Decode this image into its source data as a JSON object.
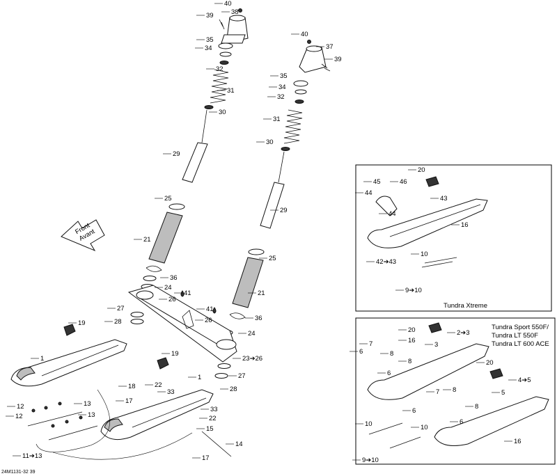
{
  "diagram": {
    "drawing_ref": "24M1131-32 39",
    "direction_arrow": {
      "line1": "Front",
      "line2": "Avant"
    },
    "boxes": {
      "xtreme": {
        "title": "Tundra Xtreme"
      },
      "sport": {
        "title_lines": [
          "Tundra Sport 550F/",
          "Tundra LT 550F",
          "Tundra LT 600 ACE"
        ]
      }
    },
    "callouts": {
      "main": [
        "40",
        "38",
        "39",
        "35",
        "34",
        "32",
        "31",
        "30",
        "29",
        "25",
        "21",
        "36",
        "24",
        "41",
        "26",
        "27",
        "28",
        "40",
        "37",
        "39",
        "35",
        "34",
        "32",
        "31",
        "30",
        "29",
        "25",
        "21",
        "36",
        "41",
        "26",
        "24",
        "23➔26",
        "27",
        "28",
        "19",
        "1",
        "12",
        "13",
        "12",
        "13",
        "11➔13",
        "19",
        "22",
        "33",
        "18",
        "17",
        "1",
        "33",
        "22",
        "15",
        "17",
        "14"
      ],
      "xtreme": [
        "20",
        "45",
        "46",
        "44",
        "44",
        "43",
        "16",
        "42➔43",
        "10",
        "9➔10"
      ],
      "sport": [
        "20",
        "2➔3",
        "7",
        "16",
        "3",
        "8",
        "6",
        "6",
        "8",
        "20",
        "4➔5",
        "7",
        "8",
        "6",
        "8",
        "6",
        "5",
        "10",
        "10",
        "16",
        "9➔10"
      ]
    }
  },
  "colors": {
    "line": "#111111",
    "shade": "#bdbdbd",
    "background": "#ffffff"
  }
}
